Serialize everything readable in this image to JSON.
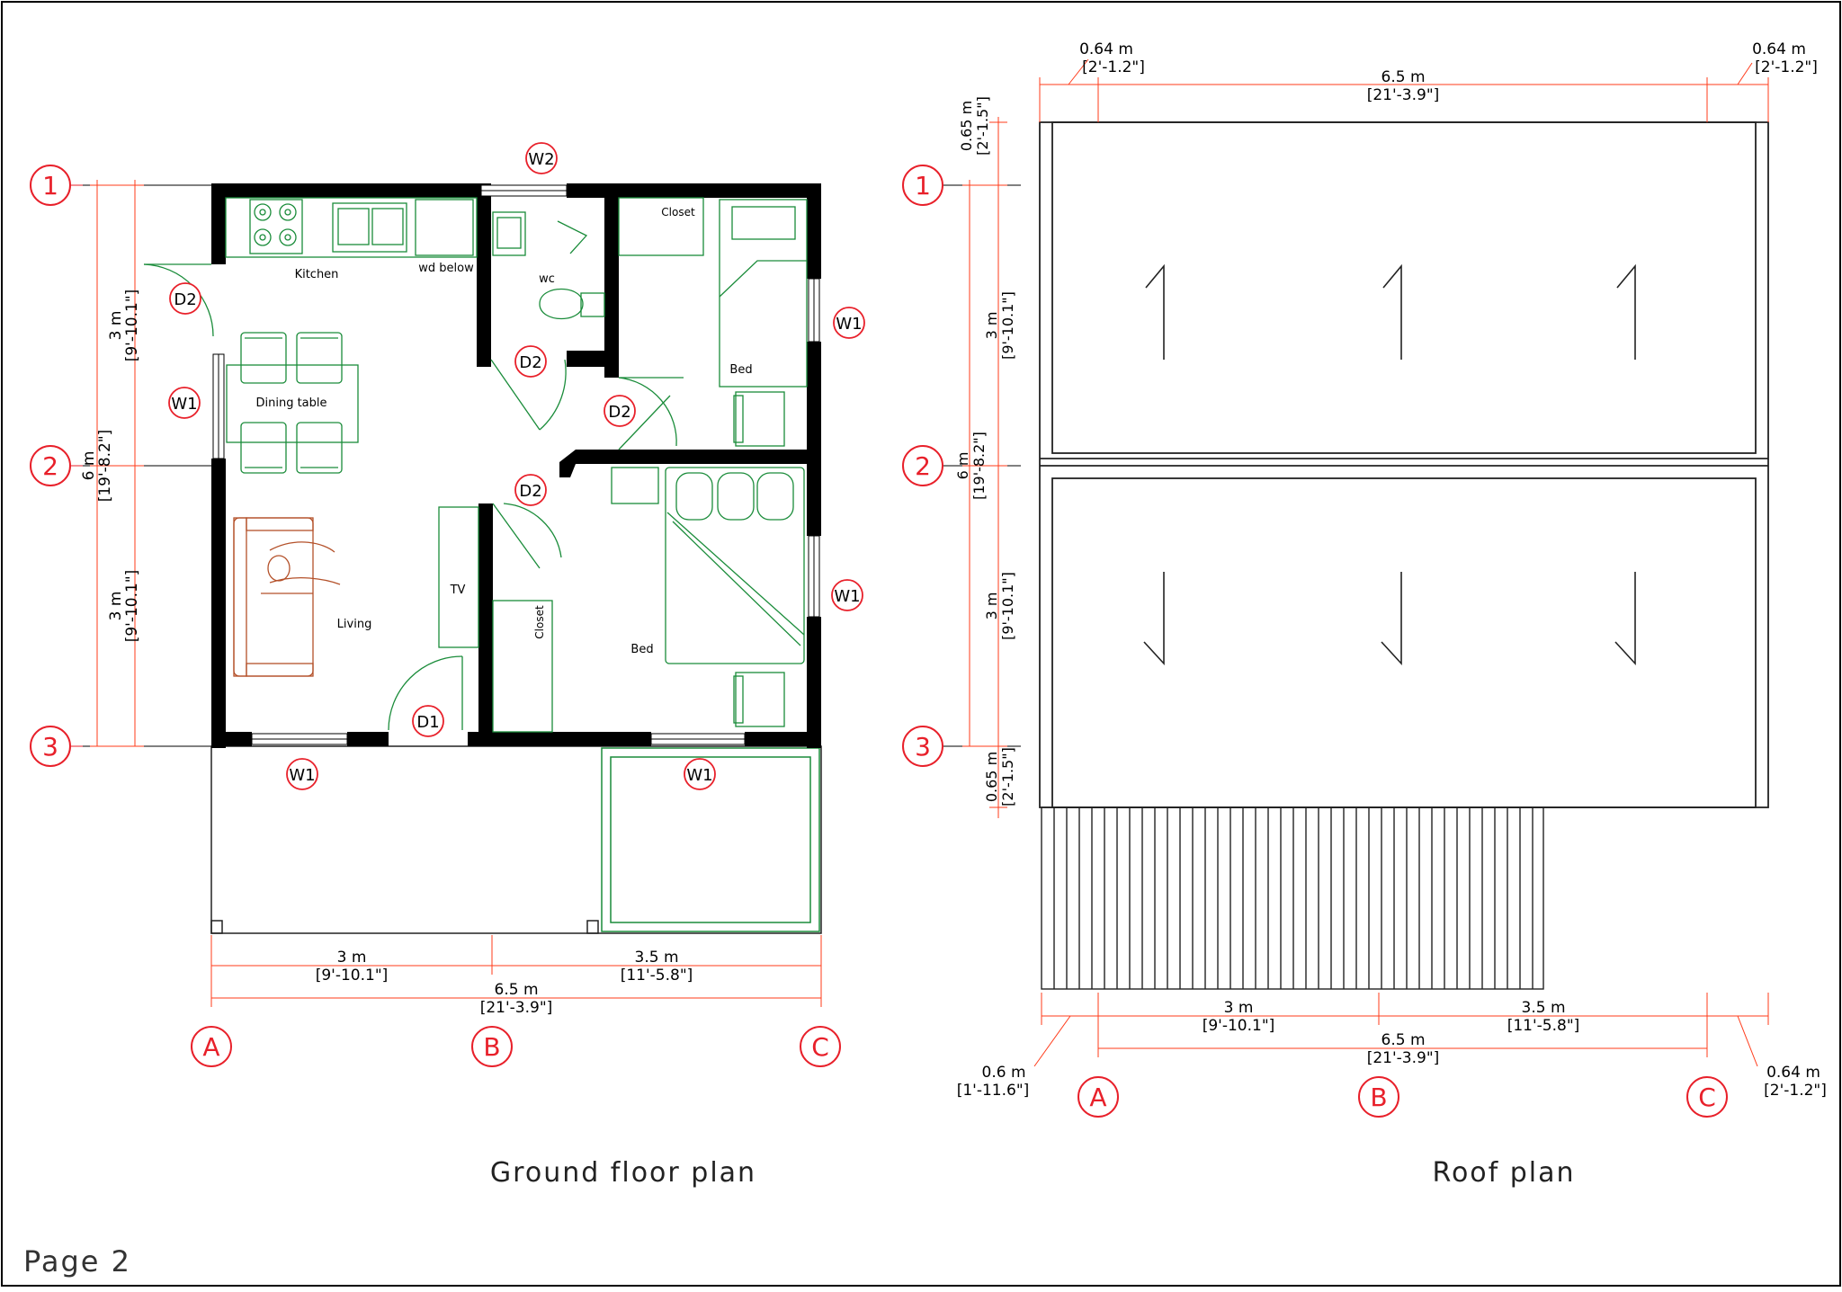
{
  "page": {
    "label": "Page 2"
  },
  "ground_floor": {
    "title": "Ground floor plan",
    "grid_rows": [
      "1",
      "2",
      "3"
    ],
    "grid_cols": [
      "A",
      "B",
      "C"
    ],
    "rooms": {
      "kitchen": "Kitchen",
      "wd": "wd below",
      "wc": "wc",
      "closet_top": "Closet",
      "bed_top": "Bed",
      "dining": "Dining table",
      "living": "Living",
      "tv": "TV",
      "closet_mid": "Closet",
      "bed_bottom": "Bed"
    },
    "tags": {
      "w2": "W2",
      "d2": "D2",
      "w1": "W1",
      "d1": "D1"
    },
    "dims": {
      "left_3m_a": "3 m",
      "left_3m_a_imp": "[9'-10.1\"]",
      "left_6m": "6 m",
      "left_6m_imp": "[19'-8.2\"]",
      "left_3m_b": "3 m",
      "left_3m_b_imp": "[9'-10.1\"]",
      "bot_3m": "3 m",
      "bot_3m_imp": "[9'-10.1\"]",
      "bot_35m": "3.5 m",
      "bot_35m_imp": "[11'-5.8\"]",
      "bot_65m": "6.5 m",
      "bot_65m_imp": "[21'-3.9\"]"
    }
  },
  "roof": {
    "title": "Roof plan",
    "grid_rows": [
      "1",
      "2",
      "3"
    ],
    "grid_cols": [
      "A",
      "B",
      "C"
    ],
    "dims": {
      "top_064_l": "0.64 m",
      "top_064_l_imp": "[2'-1.2\"]",
      "top_65": "6.5 m",
      "top_65_imp": "[21'-3.9\"]",
      "top_064_r": "0.64 m",
      "top_064_r_imp": "[2'-1.2\"]",
      "left_065_top": "0.65 m",
      "left_065_top_imp": "[2'-1.5\"]",
      "left_3m_a": "3 m",
      "left_3m_a_imp": "[9'-10.1\"]",
      "left_6m": "6 m",
      "left_6m_imp": "[19'-8.2\"]",
      "left_3m_b": "3 m",
      "left_3m_b_imp": "[9'-10.1\"]",
      "left_065_bot": "0.65 m",
      "left_065_bot_imp": "[2'-1.5\"]",
      "bot_3m": "3 m",
      "bot_3m_imp": "[9'-10.1\"]",
      "bot_35m": "3.5 m",
      "bot_35m_imp": "[11'-5.8\"]",
      "bot_65m": "6.5 m",
      "bot_65m_imp": "[21'-3.9\"]",
      "bot_06": "0.6 m",
      "bot_06_imp": "[1'-11.6\"]",
      "bot_064": "0.64 m",
      "bot_064_imp": "[2'-1.2\"]"
    }
  },
  "colors": {
    "wall": "#000000",
    "furniture": "#1a8c3a",
    "dimension": "#ff3b1a",
    "grid_bubble": "#e8202a",
    "outline": "#222222"
  }
}
